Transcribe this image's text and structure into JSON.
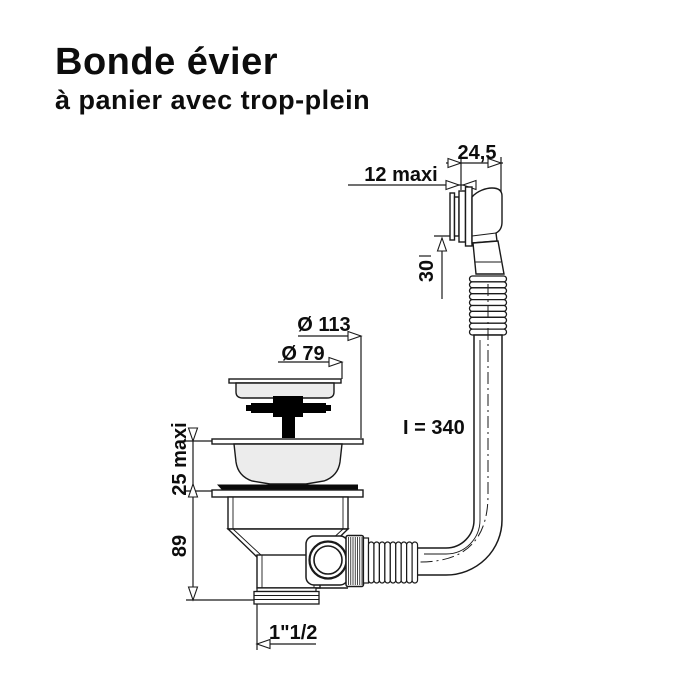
{
  "title": "Bonde évier",
  "subtitle": "à panier avec trop-plein",
  "labels": {
    "overflow_width": "24,5",
    "wall_thickness_max": "12 maxi",
    "overflow_height": "30",
    "flange_diameter": "Ø 113",
    "basket_diameter": "Ø 79",
    "hose_length": "I = 340",
    "above_sink_max": "25 maxi",
    "body_height": "89",
    "outlet_thread": "1\"1/2"
  },
  "colors": {
    "line": "#1a1a1a",
    "light_fill": "#ececec",
    "handle_fill": "#000000",
    "background": "#ffffff"
  }
}
